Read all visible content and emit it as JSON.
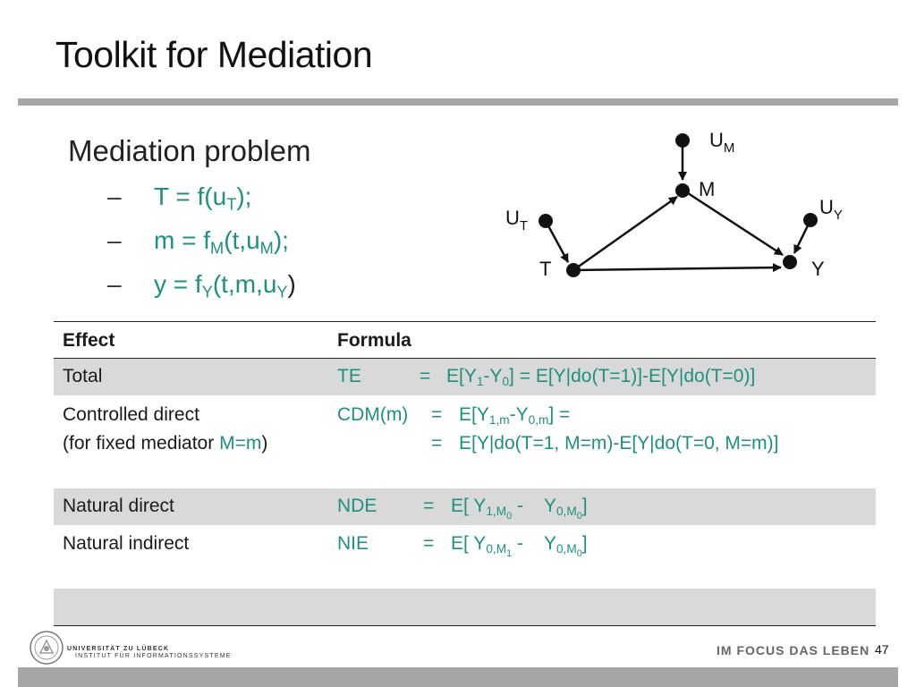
{
  "slide": {
    "title": "Toolkit for Mediation",
    "heading": "Mediation problem",
    "bullet_dash": "–"
  },
  "equations": [
    {
      "lhs": "T",
      "mid": "= f(u",
      "sub": "T",
      "tail": ");"
    },
    {
      "lhs": "m",
      "mid": "= f",
      "sub": "M",
      "tail2": "(t,u",
      "sub2": "M",
      "tail": ");"
    },
    {
      "lhs": "y",
      "mid": "= f",
      "sub": "Y",
      "tail2": "(t,m,u",
      "sub2": "Y",
      "tail": ")"
    }
  ],
  "diagram": {
    "nodes": {
      "UM": {
        "main": "U",
        "sub": "M"
      },
      "M": {
        "main": "M"
      },
      "UT": {
        "main": "U",
        "sub": "T"
      },
      "UY": {
        "main": "U",
        "sub": "Y"
      },
      "T": {
        "main": "T"
      },
      "Y": {
        "main": "Y"
      }
    }
  },
  "table": {
    "headers": {
      "effect": "Effect",
      "formula": "Formula"
    },
    "rows": {
      "total": {
        "effect": "Total",
        "name": "TE",
        "eq": "=",
        "formula": "E[Y",
        "s1": "1",
        "f2": "-Y",
        "s2": "0",
        "f3": "] = E[Y|do(T=1)]-E[Y|do(T=0)]"
      },
      "cde": {
        "effect_line1": "Controlled direct",
        "effect_line2_pre": "(for fixed mediator ",
        "effect_line2_m": "M=m",
        "effect_line2_post": ")",
        "name": "CDM(m)",
        "eq": "=",
        "formula1": "E[Y",
        "s1": "1,m",
        "f2": "-Y",
        "s2": "0,m",
        "f3": "] =",
        "formula2": "E[Y|do(T=1, M=m)-E[Y|do(T=0, M=m)]"
      },
      "nde": {
        "effect": "Natural direct",
        "name": "NDE",
        "eq": "=",
        "formula": "E[ Y",
        "s1": "1,M",
        "ss1": "0",
        "f2": "-",
        "f3": "Y",
        "s2": "0,M",
        "ss2": "0",
        "f4": "]"
      },
      "nie": {
        "effect": "Natural indirect",
        "name": "NIE",
        "eq": "=",
        "formula": "E[ Y",
        "s1": "0,M",
        "ss1": "1",
        "f2": "-",
        "f3": "Y",
        "s2": "0,M",
        "ss2": "0",
        "f4": "]"
      }
    }
  },
  "footer": {
    "university": "UNIVERSITÄT ZU LÜBECK",
    "institute": "INSTITUT FÜR INFORMATIONSSYSTEME",
    "motto": "IM FOCUS DAS LEBEN",
    "page_number": "47"
  },
  "colors": {
    "accent": "#1f9080",
    "rule": "#a6a6a6",
    "shade": "#d9d9d9"
  }
}
